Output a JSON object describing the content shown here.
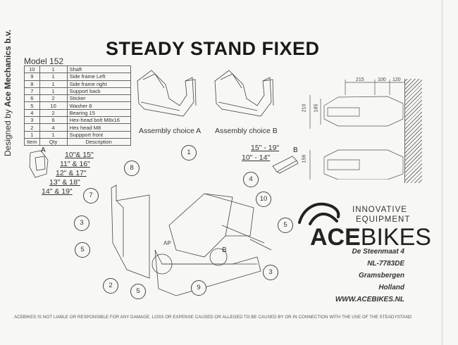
{
  "title": "STEADY STAND FIXED",
  "designer": {
    "prefix": "Designed by ",
    "name": "Ace Mechanics b.v."
  },
  "parts_list": {
    "model": "Model 152",
    "columns": [
      "Item",
      "Qty",
      "Description"
    ],
    "rows": [
      {
        "item": "10",
        "qty": "1",
        "description": "Shaft"
      },
      {
        "item": "9",
        "qty": "1",
        "description": "Side frame Left"
      },
      {
        "item": "8",
        "qty": "1",
        "description": "Side frame right"
      },
      {
        "item": "7",
        "qty": "1",
        "description": "Support back"
      },
      {
        "item": "6",
        "qty": "2",
        "description": "Sticker"
      },
      {
        "item": "5",
        "qty": "10",
        "description": "Washer 8"
      },
      {
        "item": "4",
        "qty": "2",
        "description": "Bearing 15"
      },
      {
        "item": "3",
        "qty": "6",
        "description": "Hex-head bolt M8x16"
      },
      {
        "item": "2",
        "qty": "4",
        "description": "Hex head M8"
      },
      {
        "item": "1",
        "qty": "1",
        "description": "Suppport front"
      }
    ]
  },
  "assembly": {
    "choice_a": "Assembly choice A",
    "choice_b": "Assembly choice B"
  },
  "wheel_sizes_a": {
    "label": "A",
    "sizes": [
      "10\"& 15\"",
      "11\" & 16\"",
      "12\" & 17\"",
      "13\" & 18\"",
      "14\" & 19\""
    ]
  },
  "wheel_sizes_b": {
    "label": "B",
    "sizes": [
      "15\" - 19\"",
      "10\" - 14\""
    ]
  },
  "dimensions": {
    "top": [
      "215",
      "100",
      "120"
    ],
    "side_top": [
      "210",
      "185"
    ],
    "side_bottom": "156"
  },
  "callouts": [
    "1",
    "8",
    "7",
    "3",
    "5",
    "2",
    "5",
    "9",
    "4",
    "10",
    "5",
    "3"
  ],
  "markers": {
    "ap": "AP",
    "b": "B"
  },
  "logo": {
    "line1": "INNOVATIVE",
    "line2": "EQUIPMENT",
    "brand_bold": "ACE",
    "brand_light": "BIKES"
  },
  "address": {
    "street": "De Steenmaat 4",
    "postcode": "NL-7783DE",
    "city": "Gramsbergen",
    "country": "Holland",
    "website": "WWW.ACEBIKES.NL"
  },
  "disclaimer": "ACEBIKES IS NOT LIABLE OR RESPONSIBLE FOR ANY DAMAGE, LOSS OR EXPENSE CAUSED OR ALLEGED TO BE CAUSED BY OR IN CONNECTION WITH THE USE OF THE STEADYSTAND"
}
